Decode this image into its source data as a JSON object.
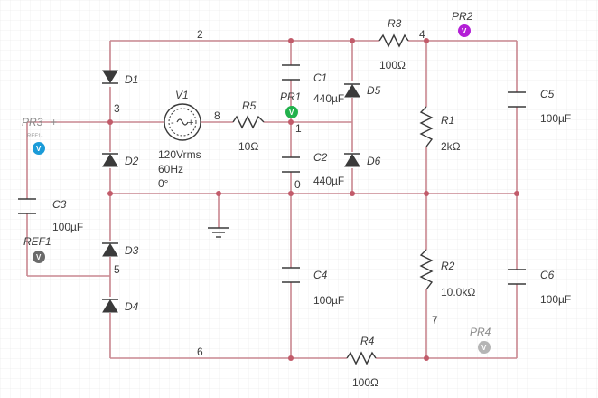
{
  "components": {
    "D1": {
      "ref": "D1"
    },
    "D2": {
      "ref": "D2"
    },
    "D3": {
      "ref": "D3"
    },
    "D4": {
      "ref": "D4"
    },
    "D5": {
      "ref": "D5"
    },
    "D6": {
      "ref": "D6"
    },
    "V1": {
      "ref": "V1",
      "voltage": "120Vrms",
      "frequency": "60Hz",
      "phase": "0°"
    },
    "R1": {
      "ref": "R1",
      "value": "2kΩ"
    },
    "R2": {
      "ref": "R2",
      "value": "10.0kΩ"
    },
    "R3": {
      "ref": "R3",
      "value": "100Ω"
    },
    "R4": {
      "ref": "R4",
      "value": "100Ω"
    },
    "R5": {
      "ref": "R5",
      "value": "10Ω"
    },
    "C1": {
      "ref": "C1",
      "value": "440µF"
    },
    "C2": {
      "ref": "C2",
      "value": "440µF"
    },
    "C3": {
      "ref": "C3",
      "value": "100µF"
    },
    "C4": {
      "ref": "C4",
      "value": "100µF"
    },
    "C5": {
      "ref": "C5",
      "value": "100µF"
    },
    "C6": {
      "ref": "C6",
      "value": "100µF"
    }
  },
  "probes": {
    "PR1": {
      "ref": "PR1",
      "glyph": "V",
      "color": "#22b14c"
    },
    "PR2": {
      "ref": "PR2",
      "glyph": "V",
      "color": "#b31fd6"
    },
    "PR3": {
      "ref": "PR3",
      "plus": "+",
      "sub": "REF1-",
      "glyph": "V",
      "color": "#1b9bd8"
    },
    "PR4": {
      "ref": "PR4",
      "glyph": "V",
      "color": "#b5b5b5"
    },
    "REF1": {
      "ref": "REF1",
      "glyph": "V",
      "color": "#6b6b6b"
    }
  },
  "nets": {
    "n0": "0",
    "n1": "1",
    "n2": "2",
    "n3": "3",
    "n4": "4",
    "n5": "5",
    "n6": "6",
    "n7": "7",
    "n8": "8"
  },
  "colors": {
    "wire": "#c98790",
    "grid": "#ececec",
    "junction": "#c25b6a"
  }
}
